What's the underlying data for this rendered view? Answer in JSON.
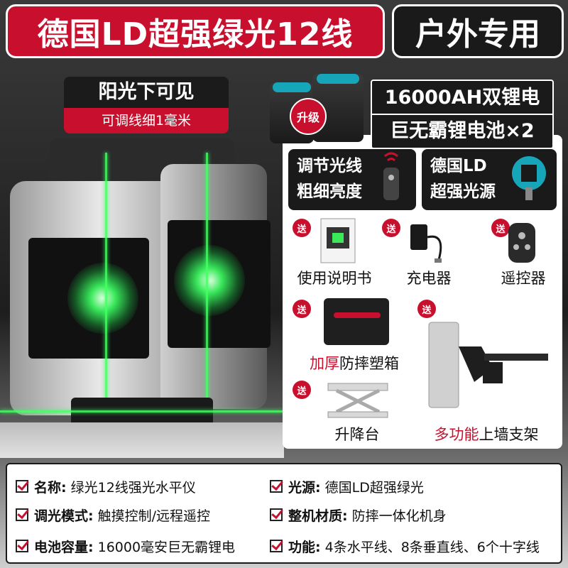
{
  "header": {
    "title_left": "德国LD超强绿光12线",
    "title_right": "户外专用"
  },
  "badge": {
    "line1": "阳光下可见",
    "line2": "可调线细1毫米"
  },
  "battery": {
    "upgrade": "升级",
    "line1": "16000AH双锂电",
    "line2": "巨无霸锂电池×2"
  },
  "features": {
    "left_line1": "调节光线",
    "left_line2": "粗细亮度",
    "right_line1": "德国LD",
    "right_line2": "超强光源"
  },
  "gifts": {
    "send_label": "送",
    "items": [
      {
        "label": "使用说明书"
      },
      {
        "label": "充电器"
      },
      {
        "label": "遥控器"
      },
      {
        "label_red": "加厚",
        "label": "防摔塑箱"
      },
      {
        "label": "升降台"
      },
      {
        "label_red": "多功能",
        "label": "上墙支架"
      }
    ]
  },
  "specs": [
    {
      "key": "名称:",
      "value": "绿光12线强光水平仪"
    },
    {
      "key": "光源:",
      "value": "德国LD超强绿光"
    },
    {
      "key": "调光模式:",
      "value": "触摸控制/远程遥控"
    },
    {
      "key": "整机材质:",
      "value": "防摔一体化机身"
    },
    {
      "key": "电池容量:",
      "value": "16000毫安巨无霸锂电"
    },
    {
      "key": "功能:",
      "value": "4条水平线、8条垂直线、6个十字线"
    }
  ],
  "colors": {
    "accent_red": "#c8102e",
    "dark": "#1a1a1a",
    "laser_green": "#39e85a",
    "battery_cap": "#17a6b9"
  }
}
